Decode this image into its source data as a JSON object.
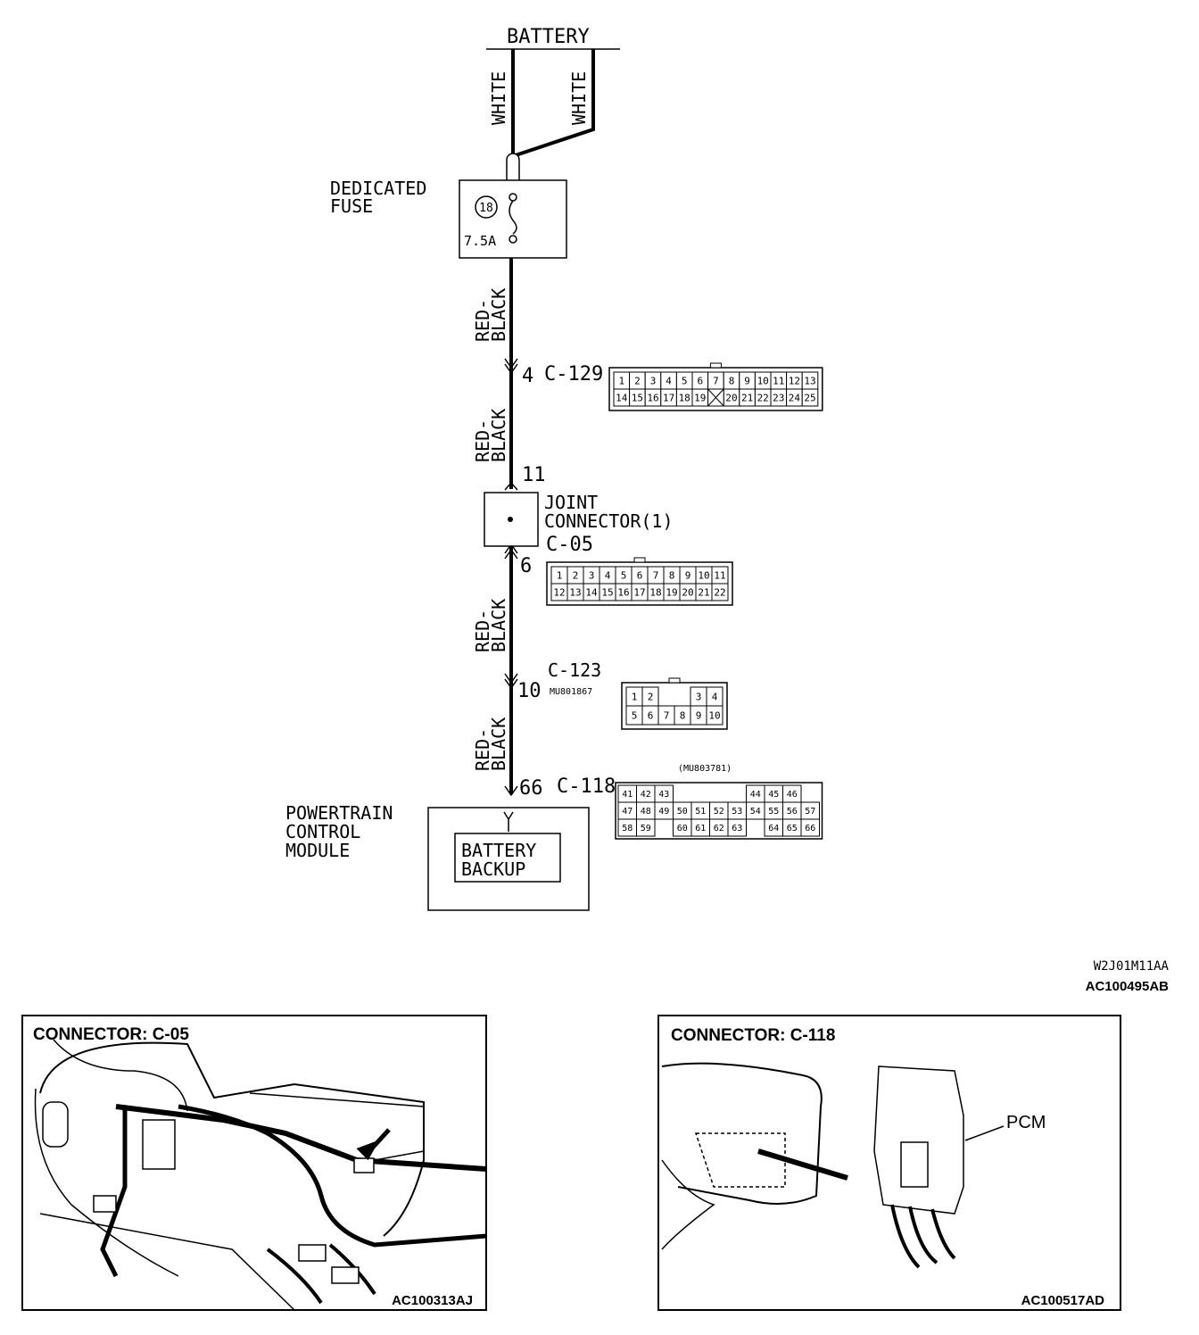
{
  "battery_label": "BATTERY",
  "wire_colors": {
    "battery_left": "WHITE",
    "battery_right": "WHITE",
    "seg1": [
      "RED-",
      "BLACK"
    ],
    "seg2": [
      "RED-",
      "BLACK"
    ],
    "seg3": [
      "RED-",
      "BLACK"
    ],
    "seg4": [
      "RED-",
      "BLACK"
    ]
  },
  "fuse": {
    "label_lines": [
      "DEDICATED",
      "FUSE"
    ],
    "number": "18",
    "rating": "7.5A"
  },
  "connectors": {
    "c129": {
      "pin": "4",
      "name": "C-129",
      "row1": [
        "1",
        "2",
        "3",
        "4",
        "5",
        "6",
        "7",
        "8",
        "9",
        "10",
        "11",
        "12",
        "13"
      ],
      "row2": [
        "14",
        "15",
        "16",
        "17",
        "18",
        "19",
        "",
        "20",
        "21",
        "22",
        "23",
        "24",
        "25"
      ]
    },
    "joint": {
      "pin_top": "11",
      "label_lines": [
        "JOINT",
        "CONNECTOR(1)"
      ],
      "name": "C-05",
      "pin_bottom": "6",
      "row1": [
        "1",
        "2",
        "3",
        "4",
        "5",
        "6",
        "7",
        "8",
        "9",
        "10",
        "11"
      ],
      "row2": [
        "12",
        "13",
        "14",
        "15",
        "16",
        "17",
        "18",
        "19",
        "20",
        "21",
        "22"
      ]
    },
    "c123": {
      "name": "C-123",
      "part": "MU801867",
      "pin": "10",
      "row1": [
        "1",
        "2",
        "",
        "",
        "3",
        "4"
      ],
      "row2": [
        "5",
        "6",
        "7",
        "8",
        "9",
        "10"
      ]
    },
    "c118": {
      "part": "(MU803781)",
      "pin": "66",
      "name": "C-118",
      "row1": [
        "41",
        "42",
        "43",
        "",
        "",
        "",
        "",
        "44",
        "45",
        "46"
      ],
      "row2": [
        "47",
        "48",
        "49",
        "50",
        "51",
        "52",
        "53",
        "54",
        "55",
        "56",
        "57"
      ],
      "row3": [
        "58",
        "59",
        "",
        "60",
        "61",
        "62",
        "63",
        "",
        "64",
        "65",
        "66"
      ]
    }
  },
  "pcm": {
    "label_lines": [
      "POWERTRAIN",
      "CONTROL",
      "MODULE"
    ],
    "inner_lines": [
      "BATTERY",
      "BACKUP"
    ]
  },
  "codes": {
    "diagram_code": "W2J01M11AA",
    "figure_code": "AC100495AB"
  },
  "panel_left": {
    "title": "CONNECTOR: C-05",
    "code": "AC100313AJ"
  },
  "panel_right": {
    "title": "CONNECTOR: C-118",
    "pcm_label": "PCM",
    "code": "AC100517AD"
  }
}
